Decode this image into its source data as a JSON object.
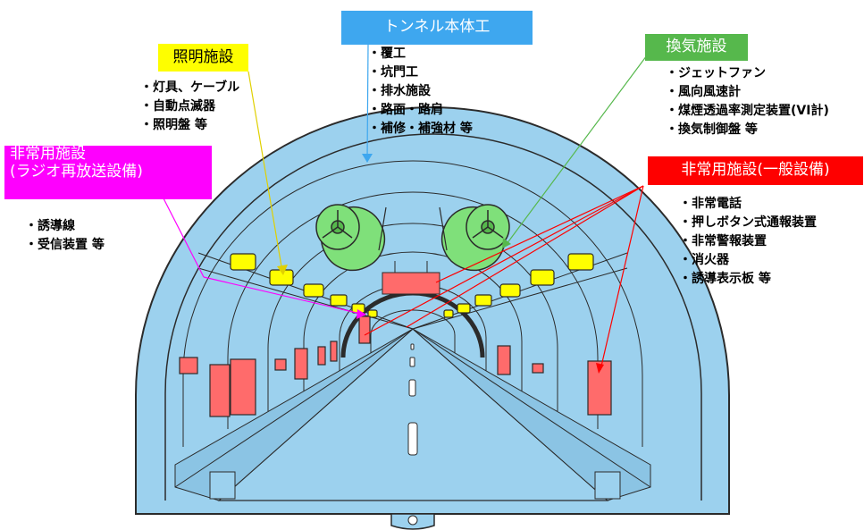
{
  "colors": {
    "tunnel_fill": "#9cd1ee",
    "tunnel_stroke": "#2b2b2b",
    "lighting": "#fefe00",
    "ventilation": "#56b84c",
    "fan": "#7fe07a",
    "body": "#3ea7ef",
    "emergency_general": "#fe0000",
    "emergency_radio": "#fe00fe",
    "panel_red": "#ff6b6b"
  },
  "callouts": {
    "lighting": {
      "title": "照明施設",
      "items": [
        "灯具、ケーブル",
        "自動点滅器",
        "照明盤 等"
      ]
    },
    "tunnel_body": {
      "title": "トンネル本体工",
      "items": [
        "覆工",
        "坑門工",
        "排水施設",
        "路面・路肩",
        "補修・補強材 等"
      ]
    },
    "ventilation": {
      "title": "換気施設",
      "items": [
        "ジェットファン",
        "風向風速計",
        "煤煙透過率測定装置(VI計)",
        "換気制御盤 等"
      ]
    },
    "emergency_radio": {
      "title_line1": "非常用施設",
      "title_line2": "(ラジオ再放送設備)",
      "items": [
        "誘導線",
        "受信装置 等"
      ]
    },
    "emergency_general": {
      "title": "非常用施設(一般設備)",
      "items": [
        "非常電話",
        "押しボタン式通報装置",
        "非常警報装置",
        "消火器",
        "誘導表示板 等"
      ]
    }
  }
}
